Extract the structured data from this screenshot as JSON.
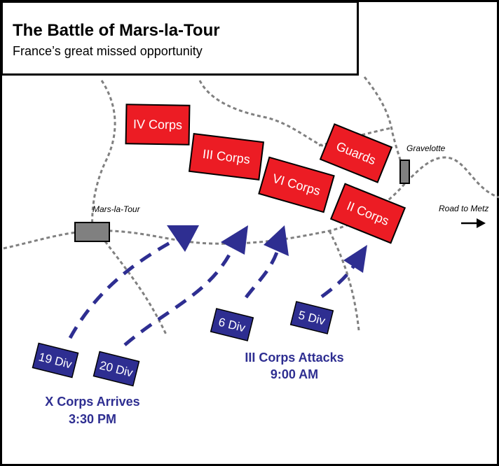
{
  "header": {
    "title": "The Battle of Mars-la-Tour",
    "subtitle": "France’s great missed opportunity"
  },
  "colors": {
    "french_units": "#ec1c24",
    "prussian_units": "#2e2e91",
    "roads": "#808080",
    "towns": "#808080",
    "attack_arrows": "#2e2e91"
  },
  "places": {
    "mars_la_tour": "Mars-la-Tour",
    "gravelotte": "Gravelotte",
    "road_to_metz": "Road to Metz"
  },
  "french_units": [
    {
      "key": "iv",
      "label": "IV Corps"
    },
    {
      "key": "iii",
      "label": "III Corps"
    },
    {
      "key": "vi",
      "label": "VI Corps"
    },
    {
      "key": "guards",
      "label": "Guards"
    },
    {
      "key": "ii",
      "label": "II Corps"
    }
  ],
  "prussian_units": [
    {
      "key": "d19",
      "label": "19 Div"
    },
    {
      "key": "d20",
      "label": "20 Div"
    },
    {
      "key": "d6",
      "label": "6 Div"
    },
    {
      "key": "d5",
      "label": "5 Div"
    }
  ],
  "captions": {
    "x_corps": {
      "line1": "X Corps Arrives",
      "line2": "3:30 PM"
    },
    "iii_corps": {
      "line1": "III Corps Attacks",
      "line2": "9:00 AM"
    }
  }
}
